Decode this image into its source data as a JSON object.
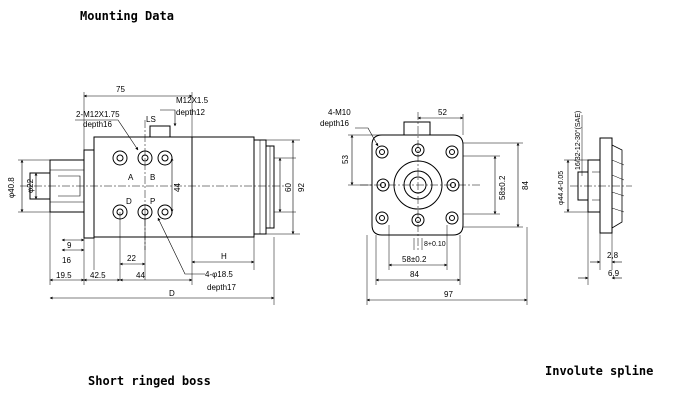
{
  "headings": {
    "mounting_data": "Mounting Data",
    "short_ringed_boss": "Short ringed boss",
    "involute_spline": "Involute spline"
  },
  "side_view": {
    "overall_top": "75",
    "bolt_thread": "2-M12X1.75",
    "bolt_depth": "depth16",
    "port_thread": "M12X1.5",
    "port_depth": "depth12",
    "ls_label": "LS",
    "port_a": "A",
    "port_b": "B",
    "port_d": "D",
    "port_p": "P",
    "dim_44_vert": "44",
    "dim_60": "60",
    "dim_92": "92",
    "shaft_dia": "φ40.8",
    "shaft_pilot": "φ22",
    "dim_9": "9",
    "dim_16": "16",
    "dim_22": "22",
    "dim_h": "H",
    "dim_19_5": "19.5",
    "dim_42_5": "42.5",
    "dim_44_horiz": "44",
    "hole_spec": "4-φ18.5",
    "hole_depth": "depth17",
    "dim_d": "D"
  },
  "front_view": {
    "tap_spec": "4-M10",
    "tap_depth": "depth16",
    "dim_52": "52",
    "dim_53": "53",
    "dim_58_vert": "58±0.2",
    "dim_84_vert": "84",
    "dim_8": "8+0.10",
    "dim_58_horiz": "58±0.2",
    "dim_84_horiz": "84",
    "dim_97": "97"
  },
  "spline_view": {
    "spline_spec": "16/32-12-30°(SAE)",
    "boss_dia": "φ44.4-0.05",
    "dim_2_8": "2,8",
    "dim_6_9": "6,9"
  }
}
